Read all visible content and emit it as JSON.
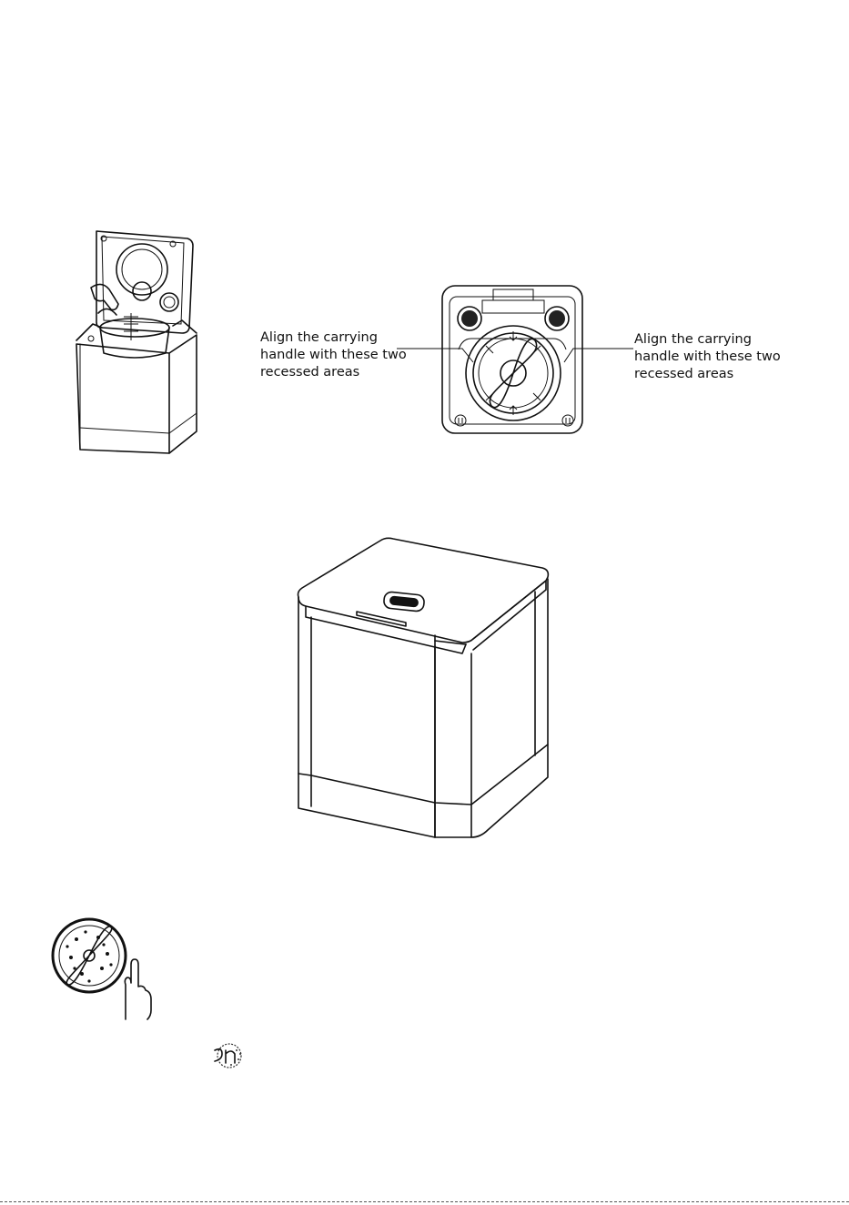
{
  "callouts": {
    "left": "Align the carrying\nhandle with these two\nrecessed areas",
    "right": "Align the carrying\nhandle with these two\nrecessed areas"
  },
  "figures": [
    {
      "id": "open-unit",
      "icon": "open-appliance-illustration"
    },
    {
      "id": "top-view",
      "icon": "appliance-top-view-illustration"
    },
    {
      "id": "closed-unit",
      "icon": "closed-appliance-illustration"
    },
    {
      "id": "grinder-press",
      "icon": "grinder-disc-with-finger-icon"
    },
    {
      "id": "small-grinder",
      "icon": "small-grinder-icon"
    }
  ]
}
